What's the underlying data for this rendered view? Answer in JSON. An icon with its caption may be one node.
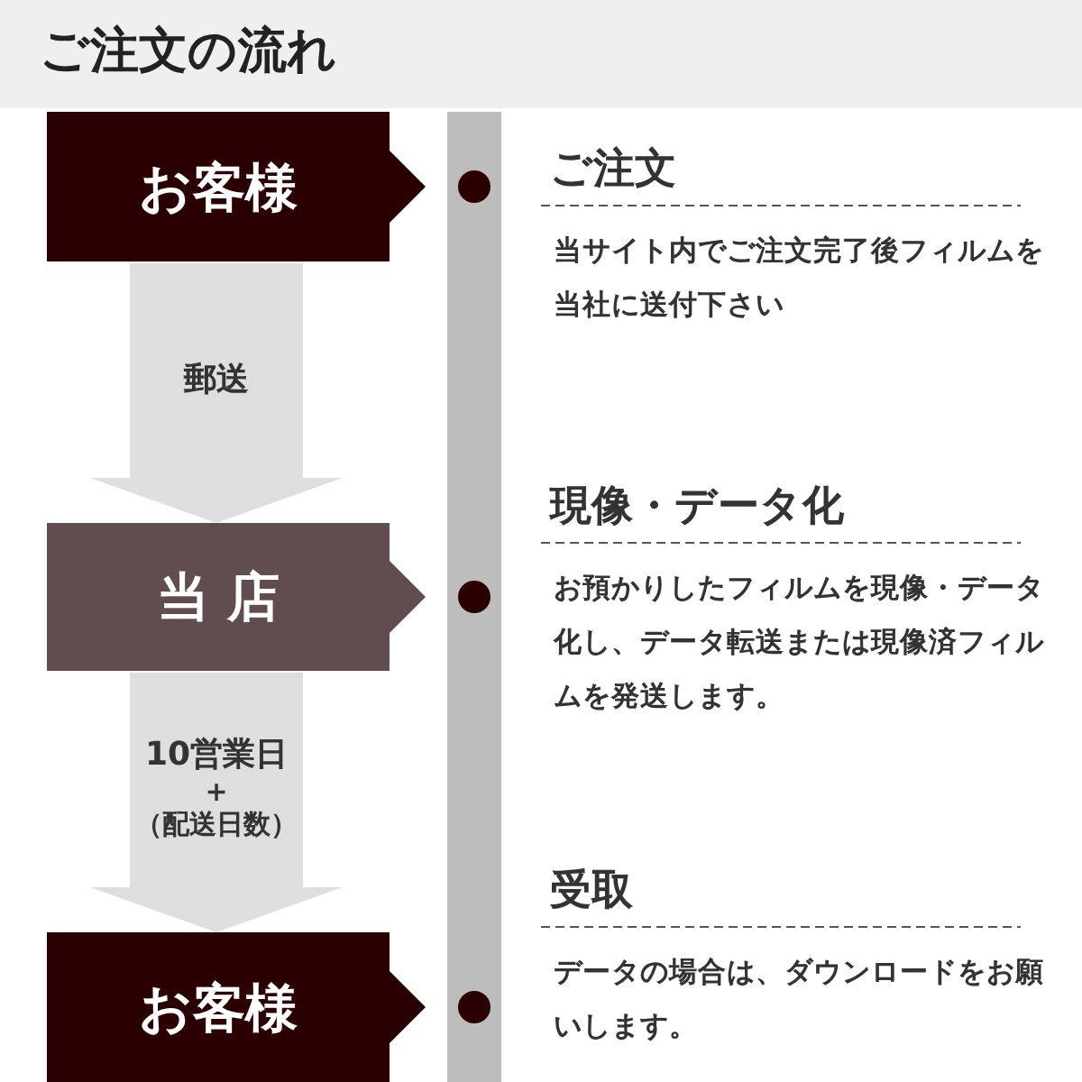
{
  "diagram": {
    "title": "ご注文の流れ",
    "nodes": [
      {
        "text": [
          "お客様"
        ]
      },
      {
        "text": [
          "当 店"
        ]
      },
      {
        "text": [
          "お客様"
        ]
      }
    ],
    "edges": [
      {
        "from": 0,
        "to": 1,
        "arrow": "to",
        "label": "郵送"
      },
      {
        "from": 1,
        "to": 2,
        "arrow": "to",
        "label": "10営業日 + （配送日数）"
      }
    ],
    "labels": [
      "ご注文",
      "当サイト内でご注文完了後フィルムを当社に送付下さい",
      "現像・データ化",
      "お預かりしたフィルムを現像・データ化し、データ転送または現像済フィルムを発送します。",
      "受取",
      "データの場合は、ダウンロードをお願いします。"
    ]
  }
}
